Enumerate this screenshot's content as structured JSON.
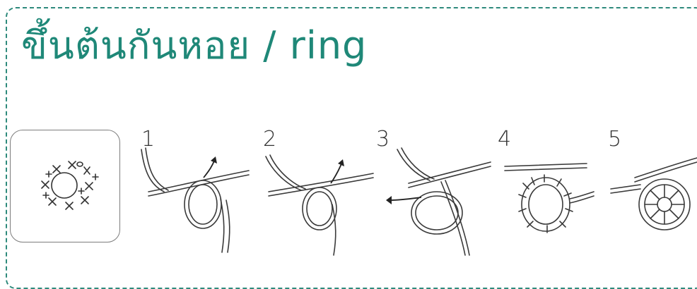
{
  "title": "ขึ้นต้นกันหอย / ring",
  "symbol_icon": "crochet-magic-ring-chart-icon",
  "steps": [
    {
      "number": "1",
      "icon": "hook-yarn-loop-icon"
    },
    {
      "number": "2",
      "icon": "hook-through-loop-icon"
    },
    {
      "number": "3",
      "icon": "hook-pull-yarn-icon"
    },
    {
      "number": "4",
      "icon": "ring-with-stitches-icon"
    },
    {
      "number": "5",
      "icon": "finished-ring-icon"
    }
  ],
  "colors": {
    "accent": "#1f8878",
    "frame": "#2e8a7c",
    "ink": "#3a3a3a"
  }
}
